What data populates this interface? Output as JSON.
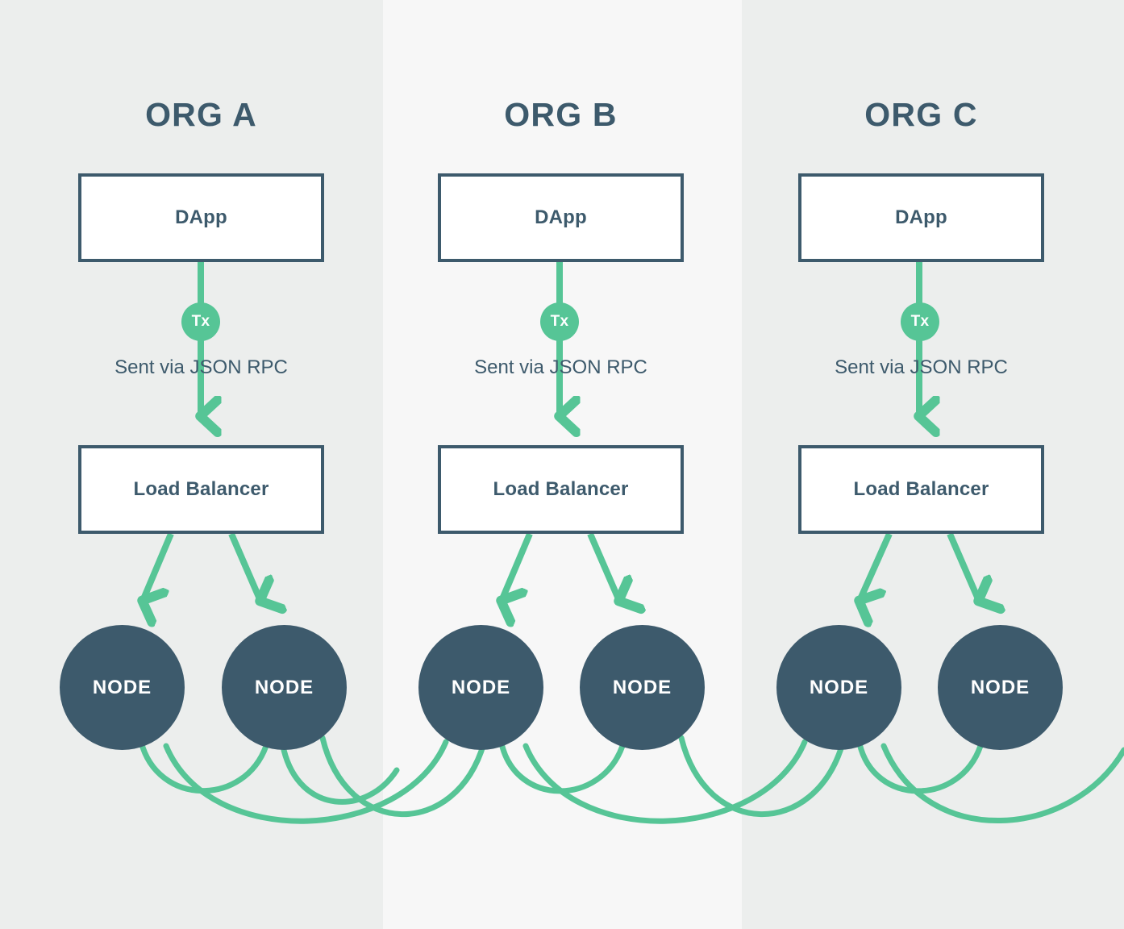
{
  "diagram": {
    "title_hidden": "",
    "background_colors": {
      "band_light": "#eceeed",
      "band_lighter": "#f7f7f7"
    },
    "accent_colors": {
      "green": "#56c596",
      "slate": "#3d5a6c",
      "white": "#ffffff"
    },
    "columns": [
      {
        "id": "org-a",
        "title": "ORG A",
        "dapp_label": "DApp",
        "tx_label": "Tx",
        "rpc_label": "Sent via JSON RPC",
        "load_balancer_label": "Load Balancer",
        "nodes": [
          {
            "label": "NODE"
          },
          {
            "label": "NODE"
          }
        ]
      },
      {
        "id": "org-b",
        "title": "ORG B",
        "dapp_label": "DApp",
        "tx_label": "Tx",
        "rpc_label": "Sent via JSON RPC",
        "load_balancer_label": "Load Balancer",
        "nodes": [
          {
            "label": "NODE"
          },
          {
            "label": "NODE"
          }
        ]
      },
      {
        "id": "org-c",
        "title": "ORG C",
        "dapp_label": "DApp",
        "tx_label": "Tx",
        "rpc_label": "Sent via JSON RPC",
        "load_balancer_label": "Load Balancer",
        "nodes": [
          {
            "label": "NODE"
          },
          {
            "label": "NODE"
          }
        ]
      }
    ],
    "icons": {
      "arrow_down": "arrow-down-icon",
      "tx_circle": "transaction-badge-icon",
      "mesh_link": "peer-link-curve-icon"
    }
  }
}
